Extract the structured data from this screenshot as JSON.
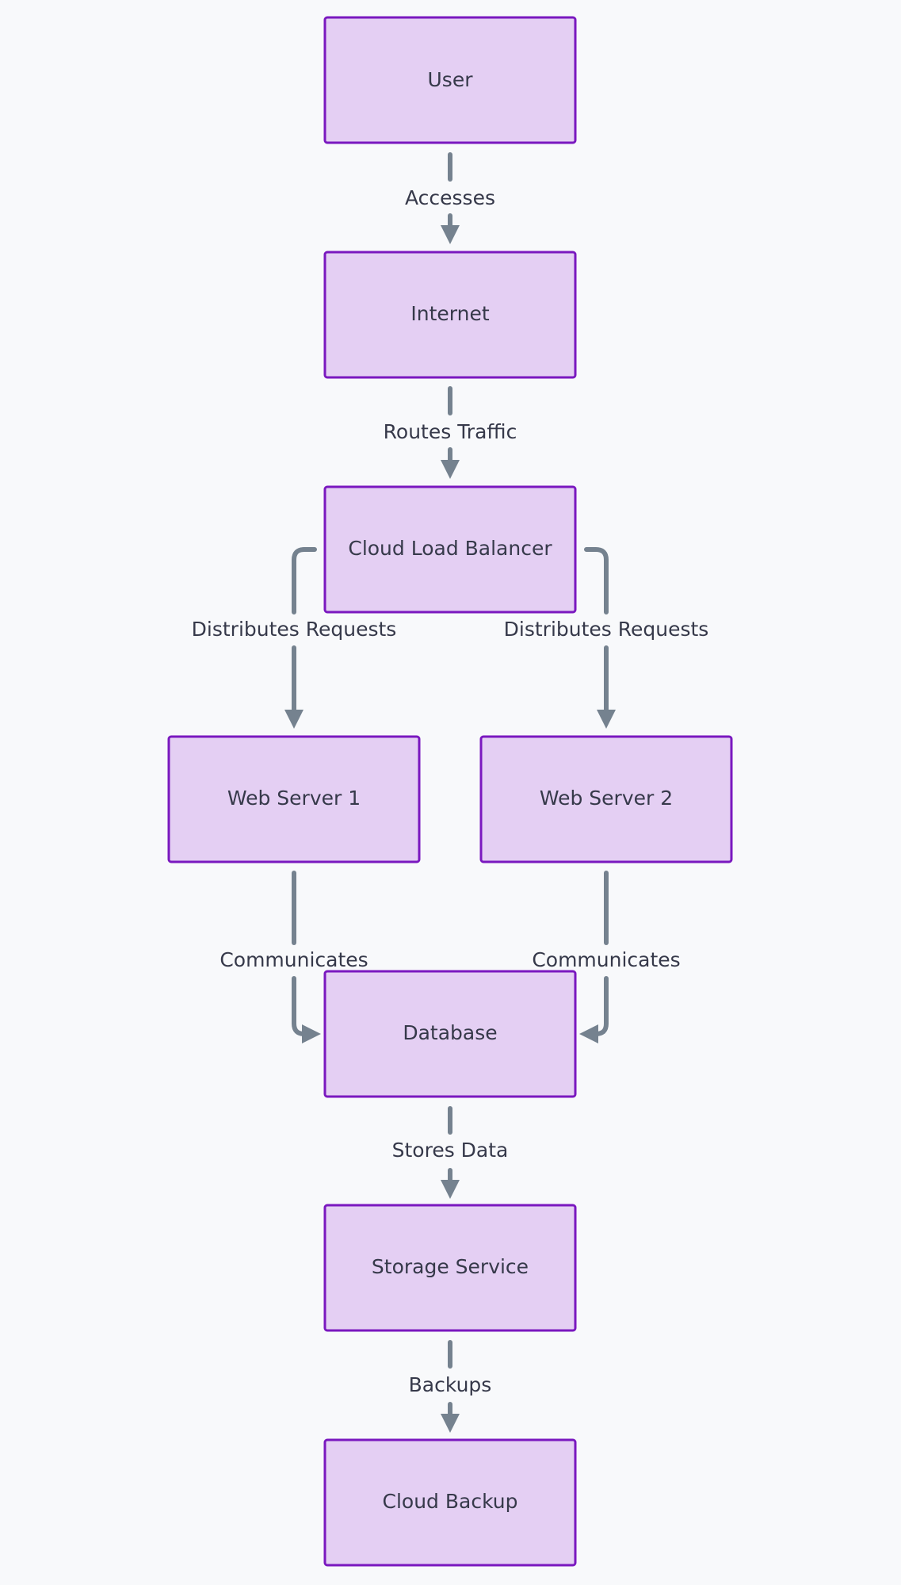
{
  "nodes": {
    "user": "User",
    "internet": "Internet",
    "load_balancer": "Cloud Load Balancer",
    "web_server_1": "Web Server 1",
    "web_server_2": "Web Server 2",
    "database": "Database",
    "storage_service": "Storage Service",
    "cloud_backup": "Cloud Backup"
  },
  "edges": {
    "user_internet": "Accesses",
    "internet_lb": "Routes Traffic",
    "lb_ws1": "Distributes Requests",
    "lb_ws2": "Distributes Requests",
    "ws1_db": "Communicates",
    "ws2_db": "Communicates",
    "db_storage": "Stores Data",
    "storage_backup": "Backups"
  },
  "colors": {
    "background": "#f8f9fb",
    "node_fill": "#e4cff3",
    "node_stroke": "#7a18bf",
    "edge": "#75828f",
    "text": "#36394a"
  }
}
